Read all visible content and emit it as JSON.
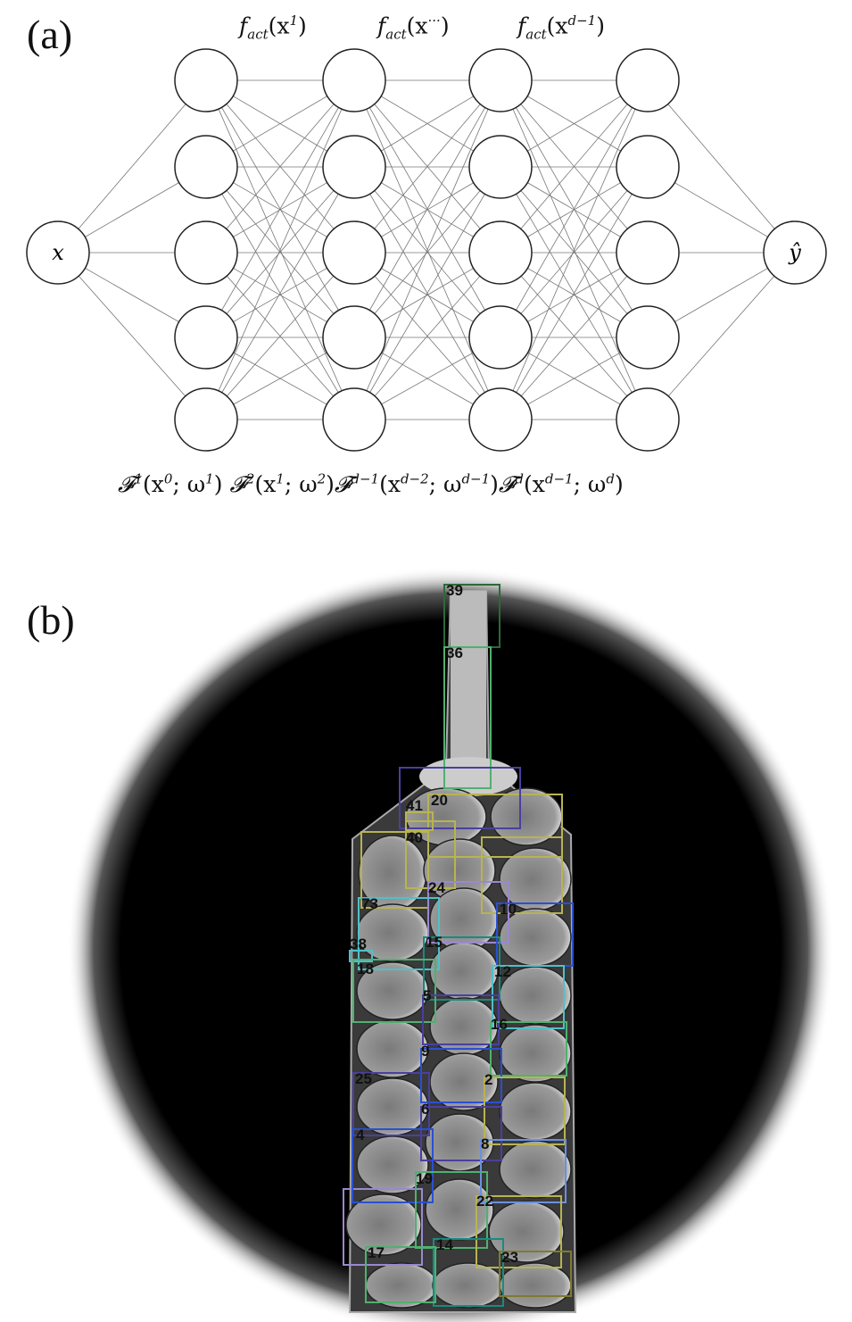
{
  "panel_a": {
    "label": "(a)",
    "input_node": "x",
    "output_node": "ŷ",
    "top_labels": [
      {
        "f": "f",
        "sub": "act",
        "arg": "(x",
        "sup": "1",
        "close": ")"
      },
      {
        "f": "f",
        "sub": "act",
        "arg": "(x",
        "sup": "···",
        "close": ")"
      },
      {
        "f": "f",
        "sub": "act",
        "arg": "(x",
        "sup": "d−1",
        "close": ")"
      }
    ],
    "bottom_labels": [
      {
        "F": "𝓕",
        "sup": "1",
        "a": "(x",
        "asup": "0",
        "b": "; ω",
        "bsup": "1",
        "close": ")"
      },
      {
        "F": "𝓕",
        "sup": "2",
        "a": "(x",
        "asup": "1",
        "b": "; ω",
        "bsup": "2",
        "close": ")"
      },
      {
        "F": "𝓕",
        "sup": "d−1",
        "a": "(x",
        "asup": "d−2",
        "b": "; ω",
        "bsup": "d−1",
        "close": ")"
      },
      {
        "F": "𝓕",
        "sup": "d",
        "a": "(x",
        "asup": "d−1",
        "b": "; ω",
        "bsup": "d",
        "close": ")"
      }
    ]
  },
  "panel_b": {
    "label": "(b)",
    "detections": [
      "39",
      "36",
      "20",
      "41",
      "40",
      "24",
      "73",
      "10",
      "15",
      "38",
      "18",
      "12",
      "5",
      "16",
      "9",
      "25",
      "2",
      "6",
      "4",
      "8",
      "19",
      "22",
      "14",
      "17",
      "23"
    ],
    "colors": {
      "purple": "#4a3fa0",
      "yellow": "#b8b450",
      "cyan": "#50c0c8",
      "blue": "#2a50d0",
      "green": "#50b070",
      "lavender": "#9a88d0",
      "teal": "#1a8a80",
      "olive": "#807a30",
      "lightblue": "#6a90e0",
      "darkgreen": "#2a6a3a"
    }
  }
}
